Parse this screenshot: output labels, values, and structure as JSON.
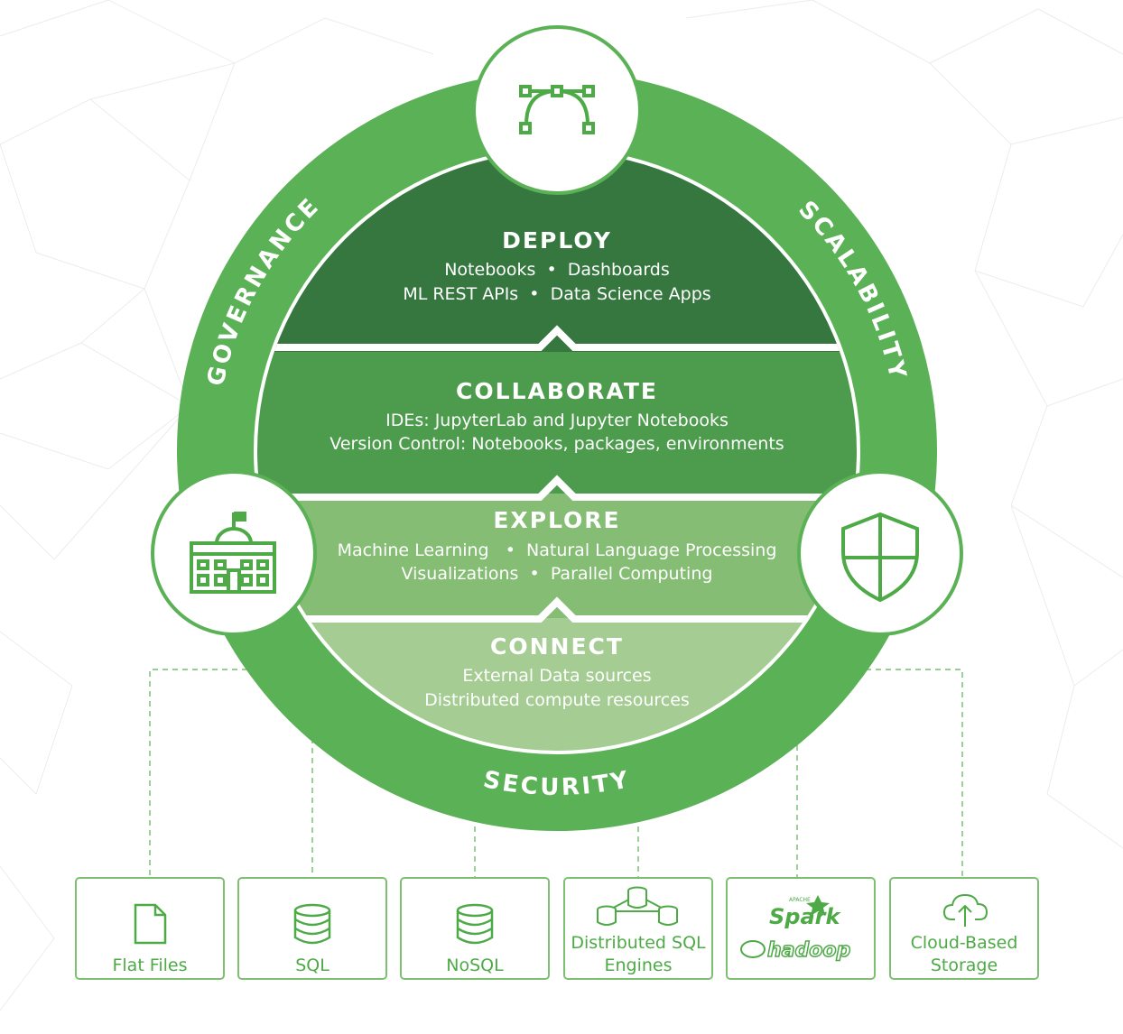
{
  "colors": {
    "ring": "#5bb155",
    "deploy": "#35773f",
    "collaborate": "#4d9b4c",
    "explore": "#84bd73",
    "connect": "#a5cd93",
    "icon": "#4daa46",
    "box_border": "#7dc072"
  },
  "ring_labels": {
    "governance": "GOVERNANCE",
    "scalability": "SCALABILITY",
    "security": "SECURITY"
  },
  "layers": {
    "deploy": {
      "title": "DEPLOY",
      "line1": "Notebooks  •  Dashboards",
      "line2": "ML REST APIs  •  Data Science Apps"
    },
    "collaborate": {
      "title": "COLLABORATE",
      "line1": "IDEs: JupyterLab and Jupyter Notebooks",
      "line2": "Version Control: Notebooks, packages, environments"
    },
    "explore": {
      "title": "EXPLORE",
      "line1": "Machine Learning   •  Natural Language Processing",
      "line2": "Visualizations  •  Parallel Computing"
    },
    "connect": {
      "title": "CONNECT",
      "line1": "External Data sources",
      "line2": "Distributed compute resources"
    }
  },
  "badges": {
    "top": "bezier-curve-icon",
    "left": "government-building-icon",
    "right": "shield-icon"
  },
  "sources": [
    {
      "lines": [
        "Flat Files"
      ],
      "icon": "file-icon"
    },
    {
      "lines": [
        "SQL"
      ],
      "icon": "database-icon"
    },
    {
      "lines": [
        "NoSQL"
      ],
      "icon": "database-icon"
    },
    {
      "lines": [
        "Distributed SQL",
        "Engines"
      ],
      "icon": "distributed-database-icon"
    },
    {
      "logos": [
        "Spark",
        "hadoop"
      ],
      "logo_prefix": "APACHE",
      "icon": "spark-hadoop-logo"
    },
    {
      "lines": [
        "Cloud-Based",
        "Storage"
      ],
      "icon": "cloud-upload-icon"
    }
  ]
}
